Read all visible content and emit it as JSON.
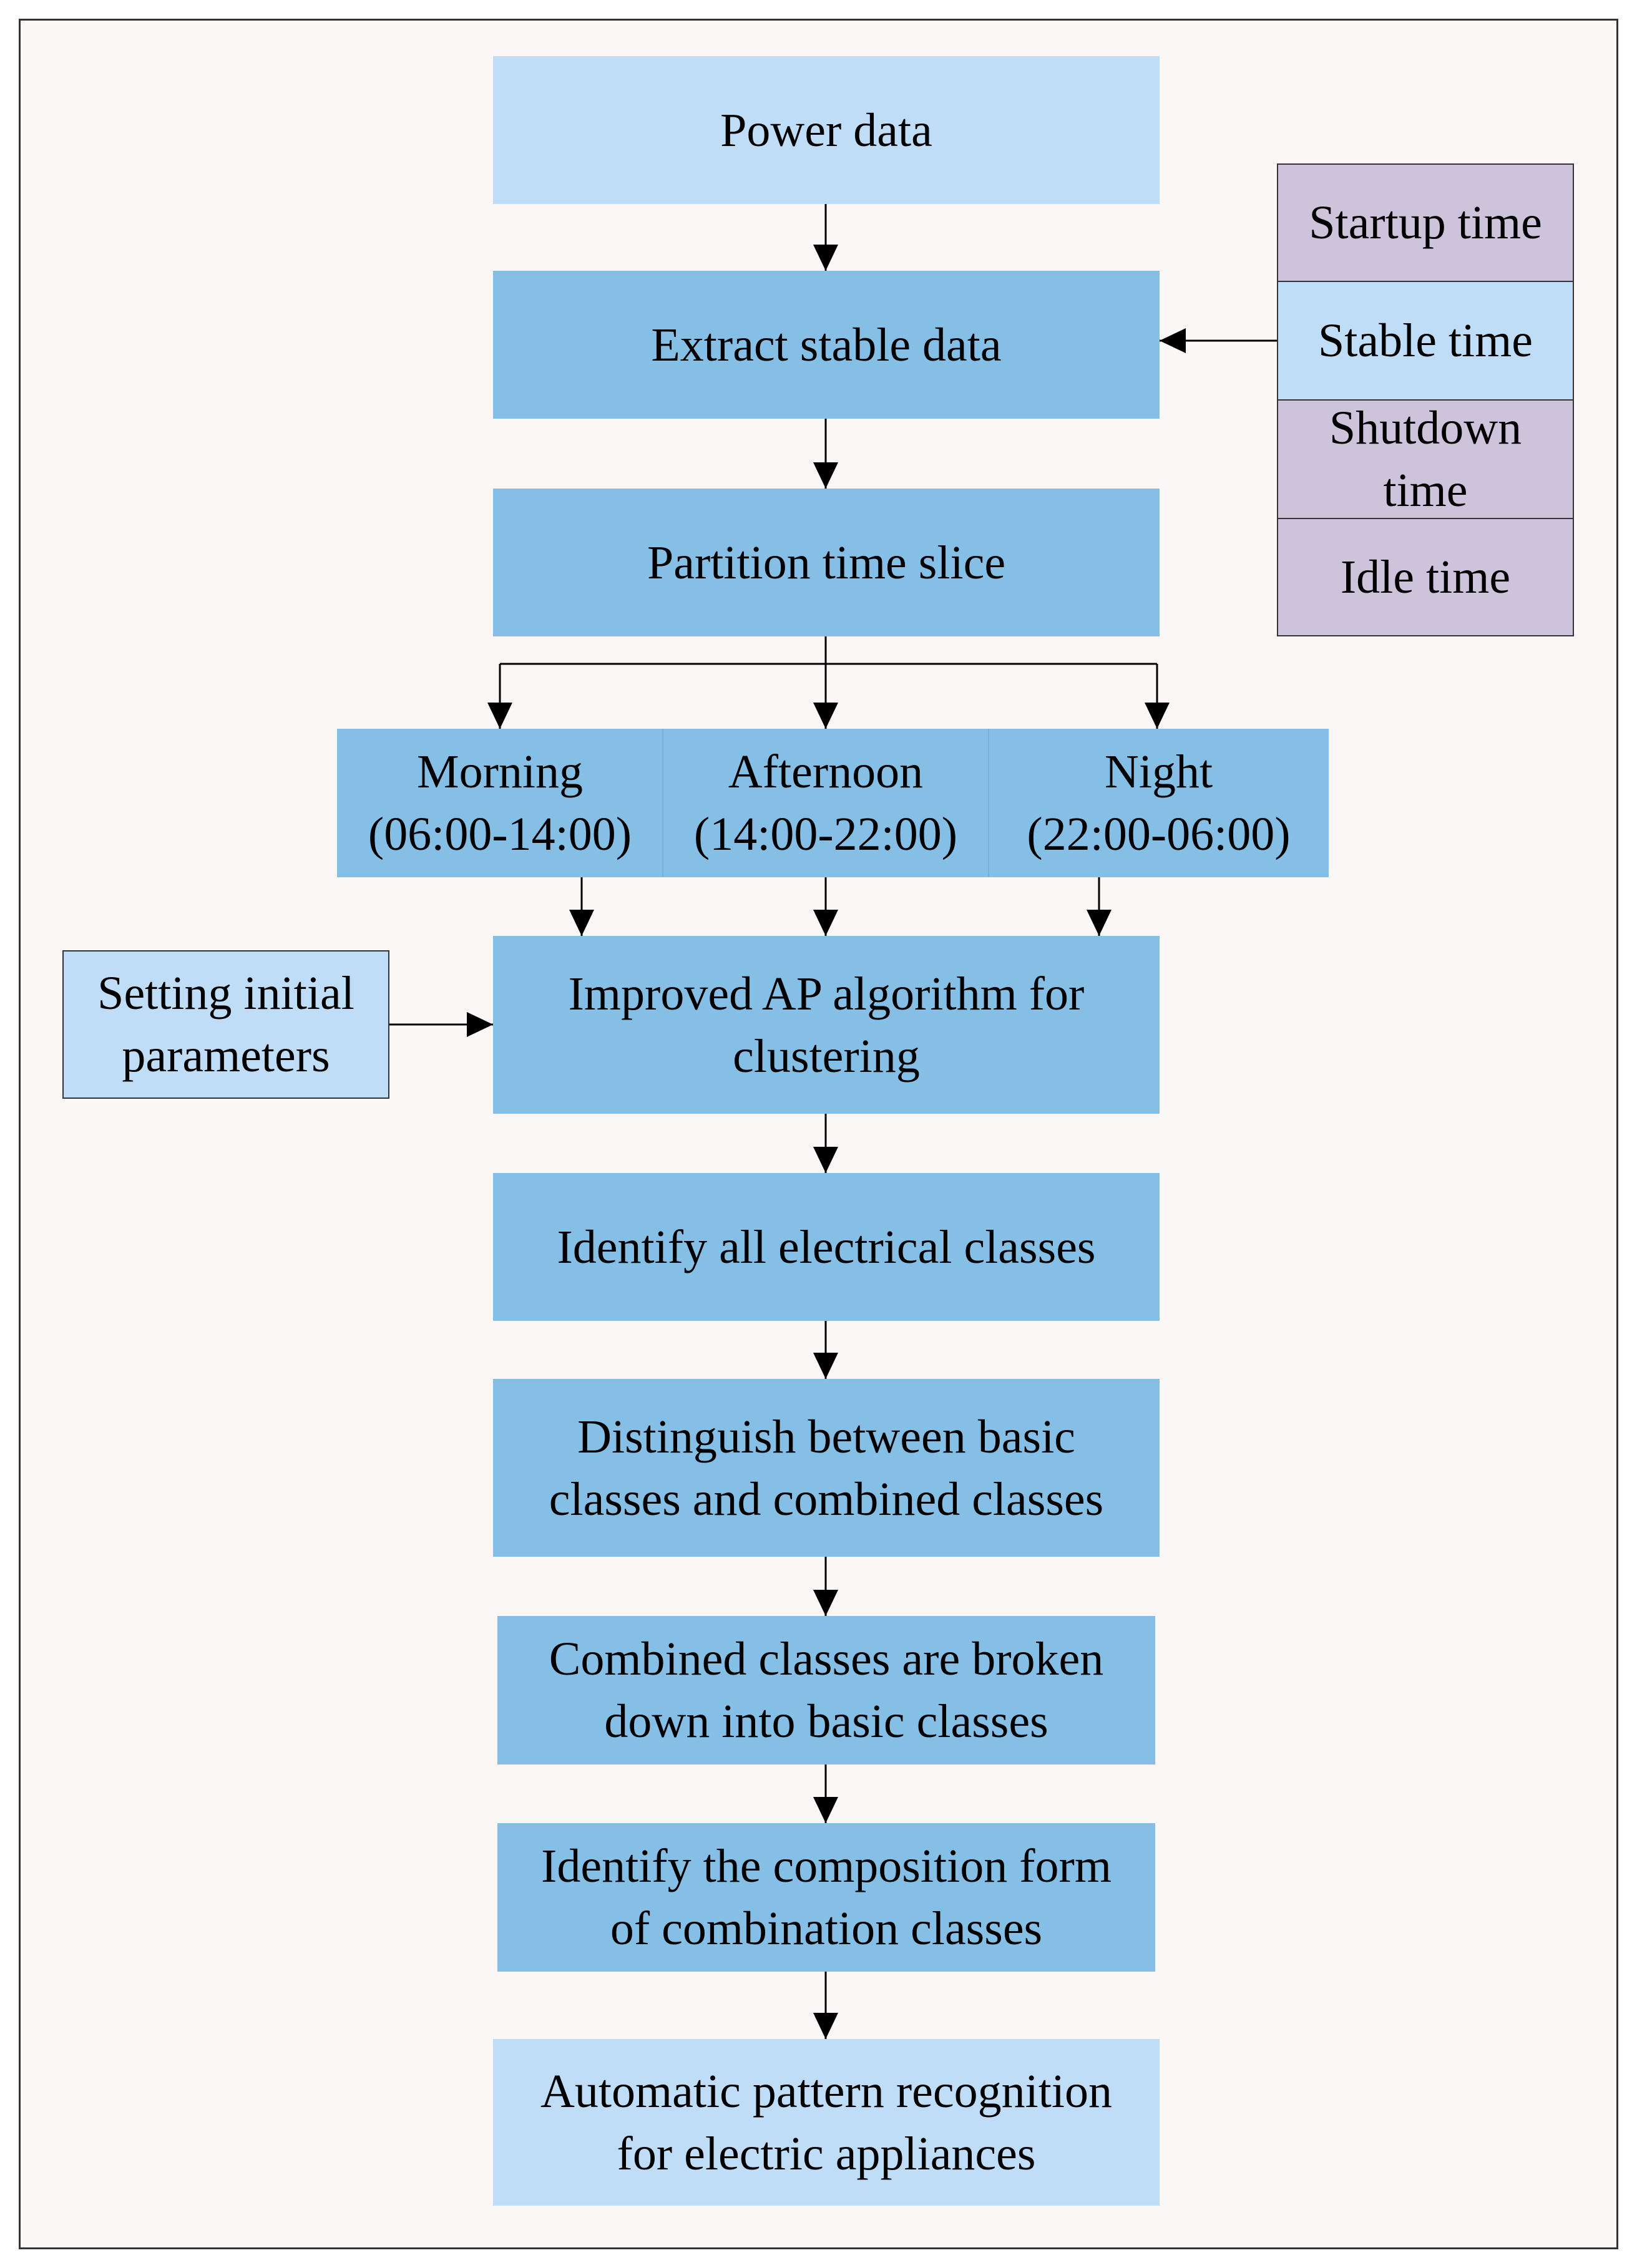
{
  "steps": {
    "power_data": "Power data",
    "extract_stable": "Extract stable data",
    "partition": "Partition time slice",
    "improved_ap_1": "Improved AP algorithm for",
    "improved_ap_2": "clustering",
    "identify_all": "Identify all electrical classes",
    "distinguish_1": "Distinguish between basic",
    "distinguish_2": "classes and combined classes",
    "broken_down_1": "Combined classes are broken",
    "broken_down_2": "down into basic classes",
    "composition_1": "Identify the composition form",
    "composition_2": "of combination classes",
    "automatic_1": "Automatic pattern recognition",
    "automatic_2": "for electric appliances"
  },
  "time_slices": [
    {
      "name": "Morning",
      "range": "(06:00-14:00)"
    },
    {
      "name": "Afternoon",
      "range": "(14:00-22:00)"
    },
    {
      "name": "Night",
      "range": "(22:00-06:00)"
    }
  ],
  "states": {
    "startup": "Startup time",
    "stable": "Stable time",
    "shutdown_1": "Shutdown",
    "shutdown_2": "time",
    "idle": "Idle time"
  },
  "params": {
    "line1": "Setting initial",
    "line2": "parameters"
  },
  "colors": {
    "box_mid": "#85bfe6",
    "box_light": "#c0ddf8",
    "state_purple": "#cdc3da",
    "background": "#faf7f6"
  }
}
